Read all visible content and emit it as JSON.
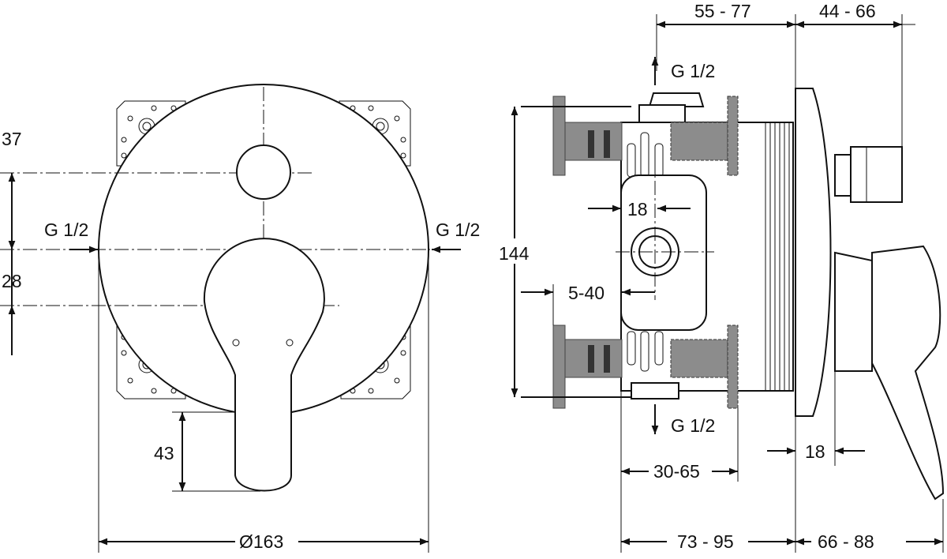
{
  "front_view": {
    "dim_37": "37",
    "dim_28": "28",
    "dim_43": "43",
    "dim_diameter": "Ø163",
    "inlet_left": "G 1/2",
    "inlet_right": "G 1/2"
  },
  "side_view": {
    "dim_55_77": "55 - 77",
    "dim_44_66": "44 - 66",
    "outlet_top": "G 1/2",
    "outlet_bottom": "G 1/2",
    "dim_144": "144",
    "dim_18_body": "18",
    "dim_5_40": "5-40",
    "dim_18_cover": "18",
    "dim_30_65": "30-65",
    "dim_73_95": "73 - 95",
    "dim_66_88": "66 - 88"
  },
  "colors": {
    "line": "#111111",
    "grey_part": "#8c8c8c"
  }
}
